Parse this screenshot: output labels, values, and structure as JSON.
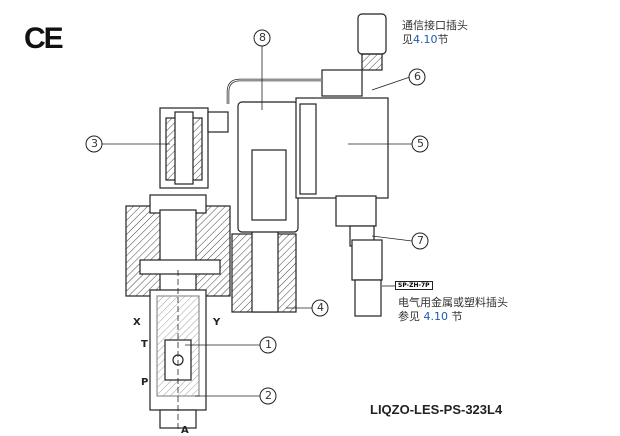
{
  "ce_mark": "CE",
  "model": "LIQZO-LES-PS-323L4",
  "note_top": {
    "line1": "通信接口插头",
    "prefix": "见",
    "ref": "4.10",
    "suffix": "节"
  },
  "note_bottom": {
    "tag": "SP-ZH-7P",
    "line1": "电气用金属或塑料插头",
    "prefix": "参见 ",
    "ref": "4.10",
    "suffix": " 节"
  },
  "callouts": [
    "1",
    "2",
    "3",
    "4",
    "5",
    "6",
    "7",
    "8"
  ],
  "ports": {
    "x": "X",
    "y": "Y",
    "t": "T",
    "p": "P",
    "a": "A"
  },
  "colors": {
    "ref": "#1a5bb0"
  }
}
